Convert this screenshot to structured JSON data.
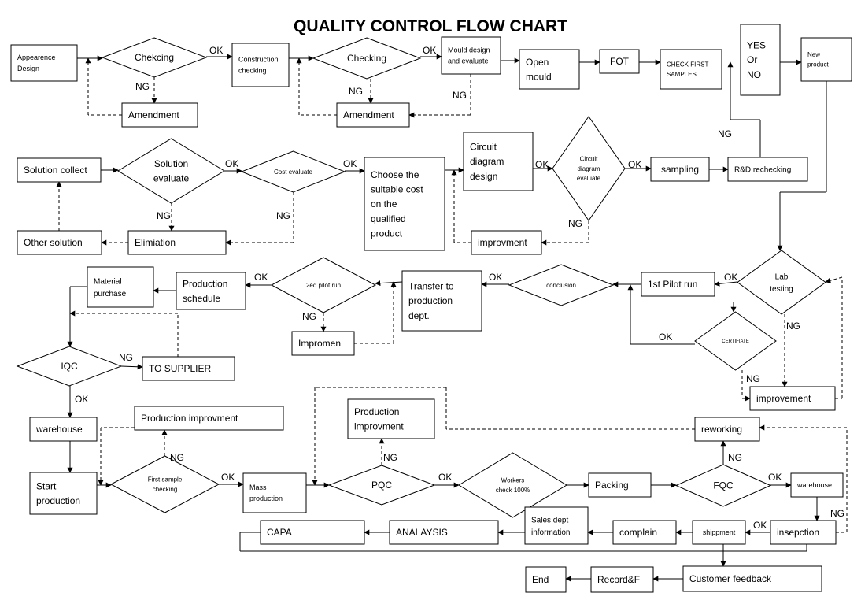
{
  "title": "QUALITY CONTROL FLOW CHART",
  "nodes": {
    "appearance": [
      "Appearence",
      "Design"
    ],
    "checking1": [
      "Chekcing"
    ],
    "amendment1": [
      "Amendment"
    ],
    "construction": [
      "Construction",
      "checking"
    ],
    "checking2": [
      "Checking"
    ],
    "amendment2": [
      "Amendment"
    ],
    "mould_design": [
      "Mould design",
      "and evaluate"
    ],
    "open_mould": [
      "Open",
      "mould"
    ],
    "fot": [
      "FOT"
    ],
    "check_first": [
      "CHECK   FIRST",
      "SAMPLES"
    ],
    "yes_or_no": [
      "YES",
      "Or",
      "NO"
    ],
    "new_product": [
      "New",
      "product"
    ],
    "solution_collect": [
      "Solution collect"
    ],
    "solution_evaluate": [
      "Solution",
      "evaluate"
    ],
    "cost_evaluate": [
      "Cost evaluate"
    ],
    "choose_cost": [
      "Choose        the",
      "suitable     cost",
      "on              the",
      "qualified",
      "product"
    ],
    "circuit_design": [
      "Circuit",
      "diagram",
      "design"
    ],
    "circuit_evaluate": [
      "Circuit",
      "diagram",
      "evaluate"
    ],
    "sampling": [
      "sampling"
    ],
    "rd_rechecking": [
      "R&D rechecking"
    ],
    "other_solution": [
      "Other solution"
    ],
    "elimination": [
      "Elimiation"
    ],
    "improvment1": [
      "improvment"
    ],
    "lab_testing": [
      "Lab",
      "testing"
    ],
    "first_pilot": [
      "1st Pilot run"
    ],
    "conclusion": [
      "conclusion"
    ],
    "transfer": [
      "Transfer         to",
      "production",
      "dept."
    ],
    "second_pilot": [
      "2ed pilot run"
    ],
    "production_schedule": [
      "Production",
      "schedule"
    ],
    "material_purchase": [
      "Material",
      "purchase"
    ],
    "impromen": [
      "Impromen"
    ],
    "certificate": [
      "CERTIFIATE"
    ],
    "improvement_lab": [
      "improvement"
    ],
    "iqc": [
      "IQC"
    ],
    "to_supplier": [
      "TO SUPPLIER"
    ],
    "warehouse1": [
      "warehouse"
    ],
    "production_improvment1": [
      "Production improvment"
    ],
    "production_improvment2": [
      "Production",
      "improvment"
    ],
    "reworking": [
      "reworking"
    ],
    "start_production": [
      "Start",
      "production"
    ],
    "first_sample": [
      "First     sample",
      "checking"
    ],
    "mass_production": [
      "Mass",
      "production"
    ],
    "pqc": [
      "PQC"
    ],
    "workers_check": [
      "Workers",
      "check 100%"
    ],
    "packing": [
      "Packing"
    ],
    "fqc": [
      "FQC"
    ],
    "warehouse2": [
      "warehouse"
    ],
    "capa": [
      "CAPA"
    ],
    "analaysis": [
      "ANALAYSIS"
    ],
    "sales_dept": [
      "Sales   dept",
      "information"
    ],
    "complain": [
      "complain"
    ],
    "shippment": [
      "shippment"
    ],
    "inspection": [
      "insepction"
    ],
    "end": [
      "End"
    ],
    "record": [
      "Record&F"
    ],
    "customer_feedback": [
      "Customer feedback"
    ]
  },
  "labels": {
    "ok": "OK",
    "ng": "NG"
  }
}
